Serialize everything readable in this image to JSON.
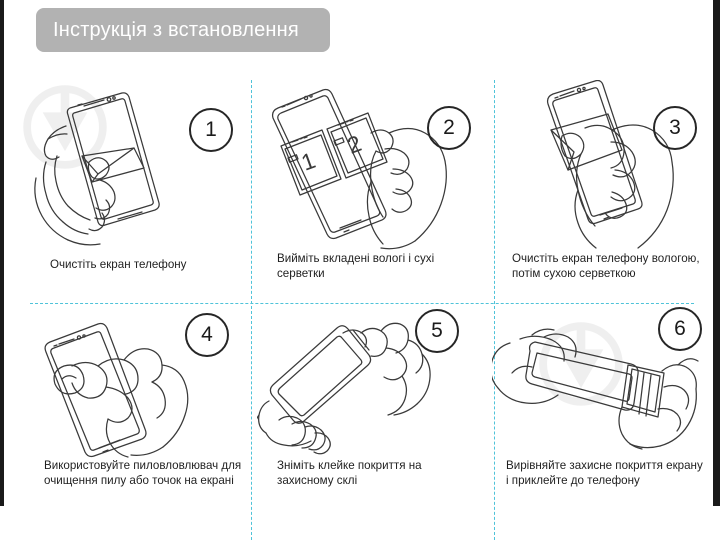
{
  "page": {
    "title_banner": "Інструкція з встановлення",
    "banner_color": "#b2b2b2",
    "banner_text_color": "#ffffff",
    "divider_color": "#4fc3d9",
    "line_art_color": "#3a3a3a",
    "background": "#ffffff",
    "edge_color": "#1a1a1a"
  },
  "steps": [
    {
      "number": "1",
      "caption": "Очистіть екран телефону",
      "caption_lines": [
        "Очистіть екран телефону"
      ],
      "illustration": "hand-holding-phone-with-cloth",
      "watermark": "triangle-in-circle-logo"
    },
    {
      "number": "2",
      "caption": "Вийміть вкладені вологі і сухі серветки",
      "caption_lines": [
        "Вийміть вкладені вологі і сухі",
        "серветки"
      ],
      "illustration": "phone-with-two-wipe-packets-and-hand",
      "packet_labels": [
        "1",
        "2"
      ]
    },
    {
      "number": "3",
      "caption": "Очистіть екран телефону вологою, потім сухою серветкою",
      "caption_lines": [
        "Очистіть екран телефону вологою,",
        "потім сухою серветкою"
      ],
      "illustration": "hand-wiping-phone-screen-with-wipe"
    },
    {
      "number": "4",
      "caption": "Використовуйте пиловловлювач для очищення пилу або точок на екрані",
      "caption_lines": [
        "Використовуйте пиловловлювач для",
        "очищення пилу або точок на екрані"
      ],
      "illustration": "hand-using-dust-absorber-sticker-on-phone"
    },
    {
      "number": "5",
      "caption": "Зніміть клейке покриття на захисному склі",
      "caption_lines": [
        "Зніміть клейке покриття на",
        "захисному склі"
      ],
      "illustration": "hands-peeling-film-off-tempered-glass"
    },
    {
      "number": "6",
      "caption": "Вирівняйте захисне покриття екрану і приклейте до телефону",
      "caption_lines": [
        "Вирівняйте захисне покриття екрану",
        "і приклейте до телефону"
      ],
      "illustration": "two-hands-aligning-protector-onto-phone",
      "watermark": "triangle-in-circle-logo"
    }
  ]
}
